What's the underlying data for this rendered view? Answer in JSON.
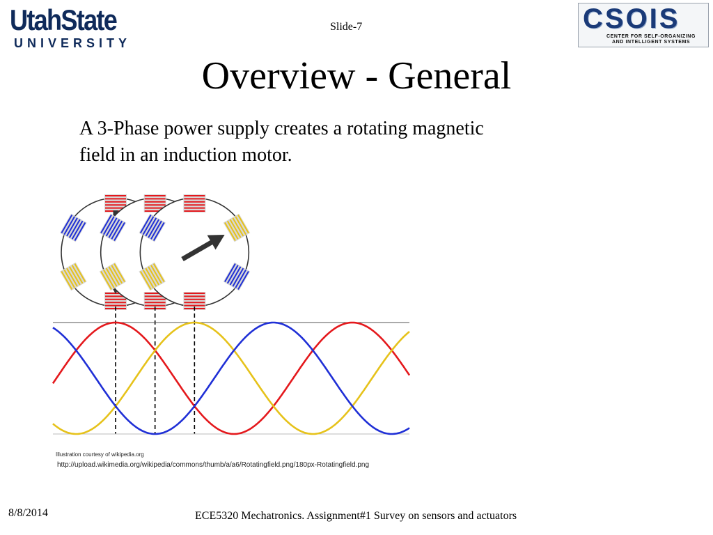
{
  "slide_number": "Slide-7",
  "title": "Overview - General",
  "body_text": "A 3-Phase power supply creates a rotating magnetic field in an induction motor.",
  "logos": {
    "left_line1": "UtahState",
    "left_line2": "UNIVERSITY",
    "right_main": "CSOIS",
    "right_sub1": "CENTER FOR SELF-ORGANIZING",
    "right_sub2": "AND INTELLIGENT SYSTEMS"
  },
  "credit": "Illustration courtesy of wikipedia.org",
  "source_url": "http://upload.wikimedia.org/wikipedia/commons/thumb/a/a6/Rotatingfield.png/180px-Rotatingfield.png",
  "date": "8/8/2014",
  "footer": "ECE5320 Mechatronics. Assignment#1 Survey on sensors and actuators",
  "colors": {
    "phase_red": "#e4181c",
    "phase_yellow": "#e6c21a",
    "phase_blue": "#1f2fd6",
    "arrow": "#333333"
  },
  "chart_data": {
    "type": "line",
    "series": [
      {
        "color": "#e4181c",
        "phase_deg": 0
      },
      {
        "color": "#e6c21a",
        "phase_deg": -120
      },
      {
        "color": "#1f2fd6",
        "phase_deg": 120
      }
    ],
    "markers_deg": [
      0,
      60,
      120
    ],
    "arrow_angles_deg": [
      0,
      60,
      120
    ]
  }
}
